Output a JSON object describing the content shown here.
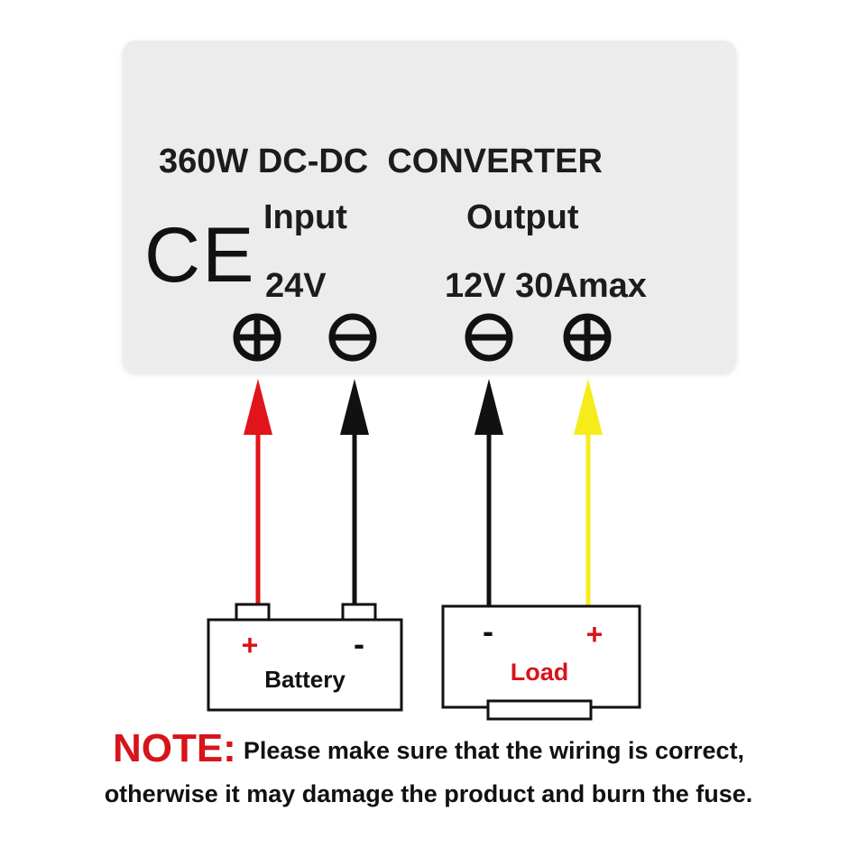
{
  "module": {
    "title": "360W DC-DC  CONVERTER",
    "ce_mark": "CE",
    "input_label": "Input",
    "input_voltage": "24V",
    "output_label": "Output",
    "output_rating": "12V 30Amax",
    "terminals": [
      "input-positive",
      "input-negative",
      "output-negative",
      "output-positive"
    ]
  },
  "wires": [
    {
      "name": "battery-positive-wire",
      "color": "#e2141b"
    },
    {
      "name": "battery-negative-wire",
      "color": "#111111"
    },
    {
      "name": "load-negative-wire",
      "color": "#111111"
    },
    {
      "name": "load-positive-wire",
      "color": "#f5ec1c"
    }
  ],
  "battery": {
    "label": "Battery",
    "plus": "+",
    "minus": "-"
  },
  "load": {
    "label": "Load",
    "plus": "+",
    "minus": "-"
  },
  "note": {
    "prefix": "NOTE:",
    "line1": "Please make sure that the wiring is correct,",
    "line2": "otherwise it may damage the product and burn the fuse."
  },
  "colors": {
    "panel": "#ececec",
    "red": "#d7141b",
    "yellow": "#f5ec1c",
    "black": "#111111"
  }
}
